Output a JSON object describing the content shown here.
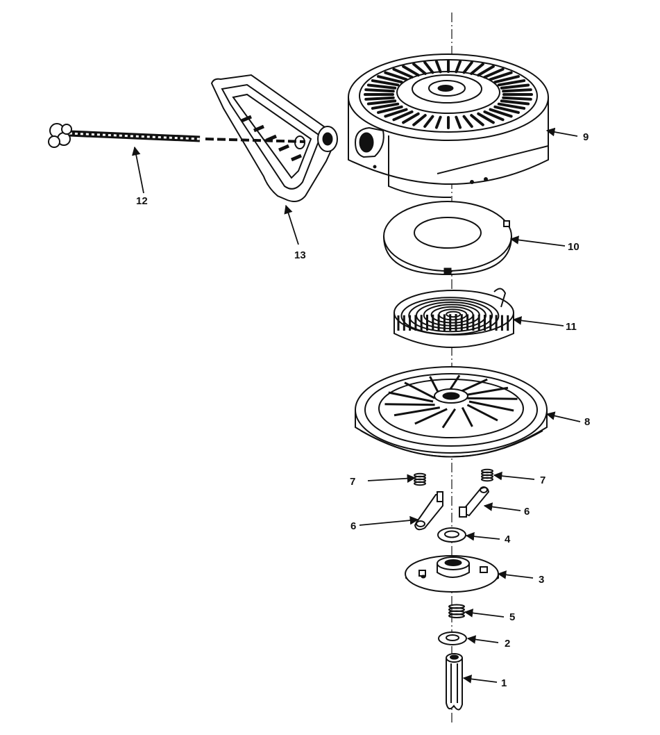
{
  "diagram": {
    "callouts": [
      {
        "id": "p1",
        "label": "1"
      },
      {
        "id": "p2",
        "label": "2"
      },
      {
        "id": "p3",
        "label": "3"
      },
      {
        "id": "p4",
        "label": "4"
      },
      {
        "id": "p5",
        "label": "5"
      },
      {
        "id": "p6a",
        "label": "6"
      },
      {
        "id": "p6b",
        "label": "6"
      },
      {
        "id": "p7a",
        "label": "7"
      },
      {
        "id": "p7b",
        "label": "7"
      },
      {
        "id": "p8",
        "label": "8"
      },
      {
        "id": "p9",
        "label": "9"
      },
      {
        "id": "p10",
        "label": "10"
      },
      {
        "id": "p11",
        "label": "11"
      },
      {
        "id": "p12",
        "label": "12"
      },
      {
        "id": "p13",
        "label": "13"
      }
    ]
  }
}
